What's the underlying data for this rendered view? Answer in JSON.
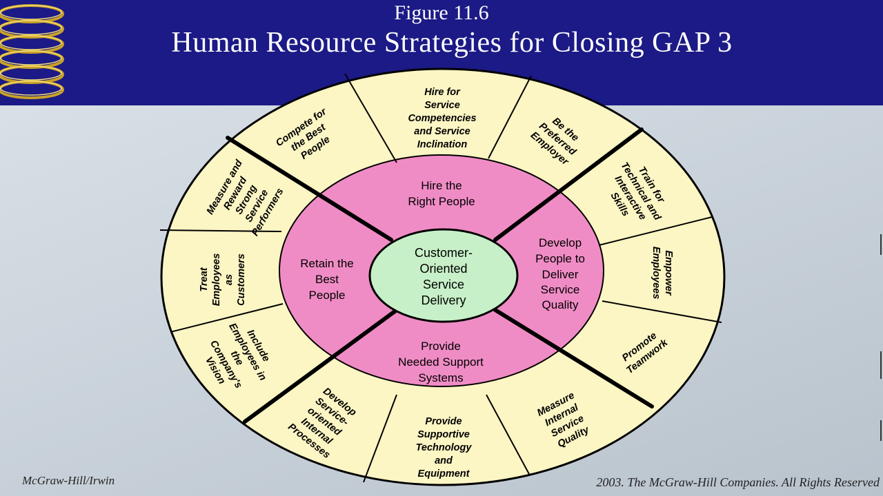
{
  "header": {
    "figure_label": "Figure 11.6",
    "title": "Human Resource Strategies for Closing GAP 3"
  },
  "colors": {
    "header_bg": "#1c1a86",
    "outer_ring": "#fcf5c4",
    "middle_ring": "#f08cc5",
    "center": "#c8f0c8",
    "lines": "#000000"
  },
  "center": {
    "lines": [
      "Customer-",
      "Oriented",
      "Service",
      "Delivery"
    ]
  },
  "strategies": {
    "top": [
      "Hire the",
      "Right People"
    ],
    "right": [
      "Develop",
      "People to",
      "Deliver",
      "Service",
      "Quality"
    ],
    "bottom": [
      "Provide",
      "Needed Support",
      "Systems"
    ],
    "left": [
      "Retain the",
      "Best",
      "People"
    ]
  },
  "outer_segments": {
    "compete": [
      "Compete for",
      "the Best",
      "People"
    ],
    "hire_competencies": [
      "Hire for",
      "Service",
      "Competencies",
      "and Service",
      "Inclination"
    ],
    "preferred_employer": [
      "Be the",
      "Preferred",
      "Employer"
    ],
    "train": [
      "Train for",
      "Technical and",
      "Interactive",
      "Skills"
    ],
    "empower": [
      "Empower",
      "Employees"
    ],
    "teamwork": [
      "Promote",
      "Teamwork"
    ],
    "measure_internal": [
      "Measure",
      "Internal",
      "Service",
      "Quality"
    ],
    "supportive_tech": [
      "Provide",
      "Supportive",
      "Technology",
      "and",
      "Equipment"
    ],
    "internal_processes": [
      "Develop",
      "Service-",
      "oriented",
      "Internal",
      "Processes"
    ],
    "include_vision": [
      "Include",
      "Employees in",
      "the",
      "Company's",
      "Vision"
    ],
    "treat_customers": [
      "Treat",
      "Employees",
      "as",
      "Customers"
    ],
    "measure_reward": [
      "Measure and",
      "Reward",
      "Strong",
      "Service",
      "Performers"
    ]
  },
  "footer": {
    "left": "McGraw-Hill/Irwin",
    "right": "2003. The McGraw-Hill Companies. All Rights Reserved"
  }
}
